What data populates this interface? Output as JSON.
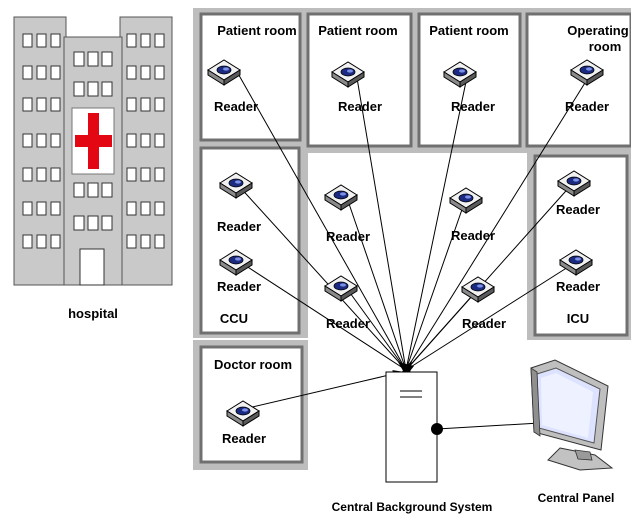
{
  "hospital": {
    "label": "hospital",
    "cross_color": "#e30613"
  },
  "rooms": {
    "patient_room_1": "Patient room",
    "patient_room_2": "Patient room",
    "patient_room_3": "Patient room",
    "operating_room_line1": "Operating",
    "operating_room_line2": "room",
    "ccu": "CCU",
    "icu": "ICU",
    "doctor_room": "Doctor room"
  },
  "readers": {
    "label": "Reader",
    "icon": "rfid-reader-icon"
  },
  "system": {
    "central_background": "Central Background System",
    "central_panel": "Central Panel",
    "panel_icon": "monitor-icon"
  }
}
